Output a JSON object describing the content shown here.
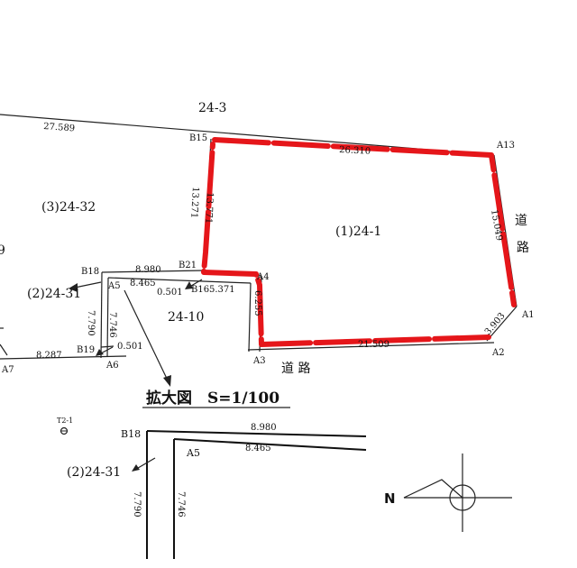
{
  "lots": {
    "lot_24_3": "24-3",
    "lot_24_1": "(1)24-1",
    "lot_24_32": "(3)24-32",
    "lot_24_31": "(2)24-31",
    "lot_24_10": "24-10",
    "partial_9": "9"
  },
  "roads": {
    "road_right_1": "道",
    "road_right_2": "路",
    "road_bottom": "道 路"
  },
  "points": {
    "B15": "B15",
    "A13": "A13",
    "A1": "A1",
    "A2": "A2",
    "A3": "A3",
    "A4": "A4",
    "B16": "B16",
    "B21": "B21",
    "B18": "B18",
    "A5": "A5",
    "B19": "B19",
    "A6": "A6",
    "A7": "A7",
    "T2_1": "T2-1"
  },
  "dimensions": {
    "d_27_589": "27.589",
    "d_26_310": "26.310",
    "d_15_049": "15.049",
    "d_3_903": "3.903",
    "d_21_509": "21.509",
    "d_6_255": "6.255",
    "d_5_371": "5.371",
    "d_0_501_top": "0.501",
    "d_13_771": "13.771",
    "d_13_271": "13.271",
    "d_8_980": "8.980",
    "d_8_465": "8.465",
    "d_7_746": "7.746",
    "d_7_790": "7.790",
    "d_8_287": "8.287",
    "d_0_501_bottom": "0.501"
  },
  "enlarged": {
    "title": "拡大図　S=1/100",
    "B18": "B18",
    "A5": "A5",
    "lot": "(2)24-31",
    "d_8_980": "8.980",
    "d_8_465": "8.465",
    "d_7_790": "7.790",
    "d_7_746": "7.746"
  },
  "north": {
    "label": "N"
  },
  "colors": {
    "boundary": "#e5161a",
    "line": "#222222"
  }
}
